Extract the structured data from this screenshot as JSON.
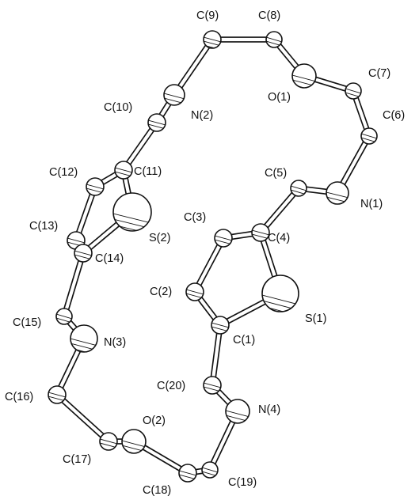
{
  "diagram": {
    "kind": "ORTEP-style ball-and-stick molecular structure",
    "colors": {
      "ink": "#111111",
      "background": "#ffffff"
    },
    "atoms": [
      {
        "id": "C9",
        "label": "C(9)"
      },
      {
        "id": "C8",
        "label": "C(8)"
      },
      {
        "id": "O1",
        "label": "O(1)"
      },
      {
        "id": "C7",
        "label": "C(7)"
      },
      {
        "id": "C6",
        "label": "C(6)"
      },
      {
        "id": "N2",
        "label": "N(2)"
      },
      {
        "id": "C10",
        "label": "C(10)"
      },
      {
        "id": "C11",
        "label": "C(11)"
      },
      {
        "id": "C12",
        "label": "C(12)"
      },
      {
        "id": "S2",
        "label": "S(2)"
      },
      {
        "id": "C13",
        "label": "C(13)"
      },
      {
        "id": "C14",
        "label": "C(14)"
      },
      {
        "id": "C15",
        "label": "C(15)"
      },
      {
        "id": "N3",
        "label": "N(3)"
      },
      {
        "id": "C16",
        "label": "C(16)"
      },
      {
        "id": "C17",
        "label": "C(17)"
      },
      {
        "id": "O2",
        "label": "O(2)"
      },
      {
        "id": "C18",
        "label": "C(18)"
      },
      {
        "id": "C19",
        "label": "C(19)"
      },
      {
        "id": "N4",
        "label": "N(4)"
      },
      {
        "id": "C20",
        "label": "C(20)"
      },
      {
        "id": "C1",
        "label": "C(1)"
      },
      {
        "id": "S1",
        "label": "S(1)"
      },
      {
        "id": "C2",
        "label": "C(2)"
      },
      {
        "id": "C3",
        "label": "C(3)"
      },
      {
        "id": "C4",
        "label": "C(4)"
      },
      {
        "id": "C5",
        "label": "C(5)"
      },
      {
        "id": "N1",
        "label": "N(1)"
      }
    ],
    "bonds": [
      [
        "C9",
        "C8"
      ],
      [
        "C8",
        "O1"
      ],
      [
        "O1",
        "C7"
      ],
      [
        "C7",
        "C6"
      ],
      [
        "C6",
        "N1"
      ],
      [
        "N1",
        "C5"
      ],
      [
        "C5",
        "C4"
      ],
      [
        "C4",
        "C3"
      ],
      [
        "C3",
        "C2"
      ],
      [
        "C2",
        "C1"
      ],
      [
        "C1",
        "S1"
      ],
      [
        "S1",
        "C4"
      ],
      [
        "C1",
        "C20"
      ],
      [
        "C20",
        "N4"
      ],
      [
        "N4",
        "C19"
      ],
      [
        "C19",
        "C18"
      ],
      [
        "C18",
        "O2"
      ],
      [
        "O2",
        "C17"
      ],
      [
        "C17",
        "C16"
      ],
      [
        "C16",
        "N3"
      ],
      [
        "N3",
        "C15"
      ],
      [
        "C15",
        "C14"
      ],
      [
        "C14",
        "C13"
      ],
      [
        "C13",
        "C12"
      ],
      [
        "C12",
        "C11"
      ],
      [
        "C11",
        "S2"
      ],
      [
        "S2",
        "C14"
      ],
      [
        "C11",
        "C10"
      ],
      [
        "C10",
        "N2"
      ],
      [
        "N2",
        "C9"
      ]
    ]
  }
}
